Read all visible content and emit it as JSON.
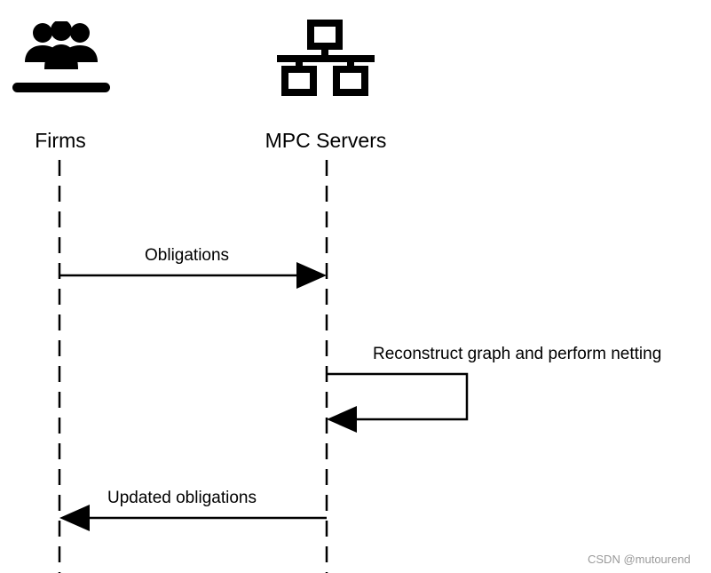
{
  "participants": {
    "firms": {
      "label": "Firms",
      "icon": "users-icon"
    },
    "servers": {
      "label": "MPC Servers",
      "icon": "network-servers-icon"
    }
  },
  "messages": {
    "obligations": {
      "label": "Obligations",
      "from": "Firms",
      "to": "MPC Servers"
    },
    "netting": {
      "label": "Reconstruct graph and perform netting",
      "from": "MPC Servers",
      "to": "MPC Servers"
    },
    "updated": {
      "label": "Updated obligations",
      "from": "MPC Servers",
      "to": "Firms"
    }
  },
  "watermark": "CSDN @mutourend"
}
